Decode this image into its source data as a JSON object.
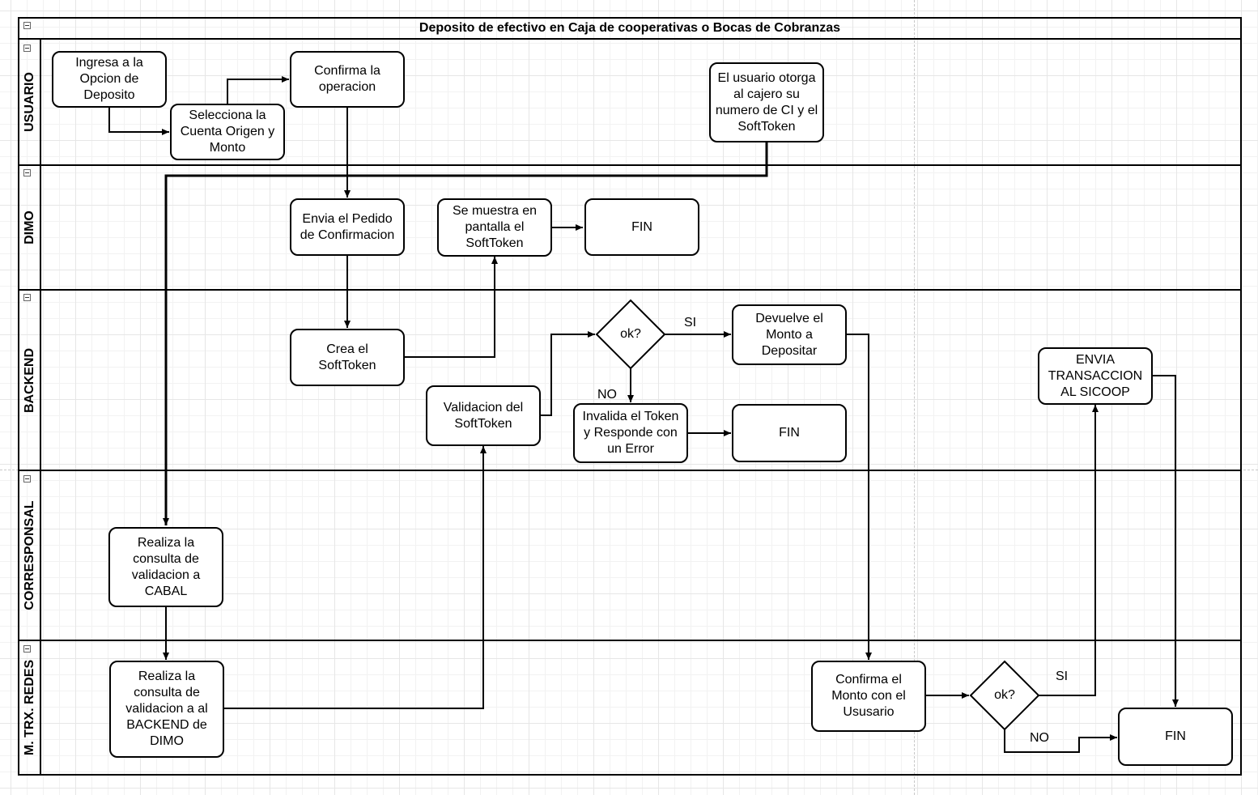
{
  "title": "Deposito de efectivo en Caja de cooperativas o Bocas de Cobranzas",
  "lanes": {
    "usuario": "USUARIO",
    "dimo": "DIMO",
    "backend": "BACKEND",
    "corresponsal": "CORRESPONSAL",
    "redes": "M. TRX. REDES"
  },
  "nodes": {
    "ingresa_opcion": "Ingresa a la\nOpcion de\nDeposito",
    "selecciona_cuenta": "Selecciona la\nCuenta Origen y\nMonto",
    "confirma_operacion": "Confirma la\noperacion",
    "usuario_otorga": "El usuario otorga\nal cajero su\nnumero de CI y el\nSoftToken",
    "envia_pedido": "Envia el Pedido\nde Confirmacion",
    "se_muestra": "Se muestra en\npantalla el\nSoftToken",
    "fin_dimo": "FIN",
    "crea_softtoken": "Crea el\nSoftToken",
    "validacion_softtoken": "Validacion del\nSoftToken",
    "ok_backend": "ok?",
    "devuelve_monto": "Devuelve el\nMonto a\nDepositar",
    "invalida_token": "Invalida el Token\ny Responde con\nun Error",
    "fin_backend": "FIN",
    "envia_transaccion": "ENVIA\nTRANSACCION\nAL SICOOP",
    "realiza_cabal": "Realiza la\nconsulta de\nvalidacion a\nCABAL",
    "realiza_backend": "Realiza la\nconsulta de\nvalidacion a al\nBACKEND de\nDIMO",
    "confirma_monto": "Confirma el\nMonto con el\nUsusario",
    "ok_redes": "ok?",
    "fin_redes": "FIN"
  },
  "edge_labels": {
    "si_backend": "SI",
    "no_backend": "NO",
    "si_redes": "SI",
    "no_redes": "NO"
  }
}
